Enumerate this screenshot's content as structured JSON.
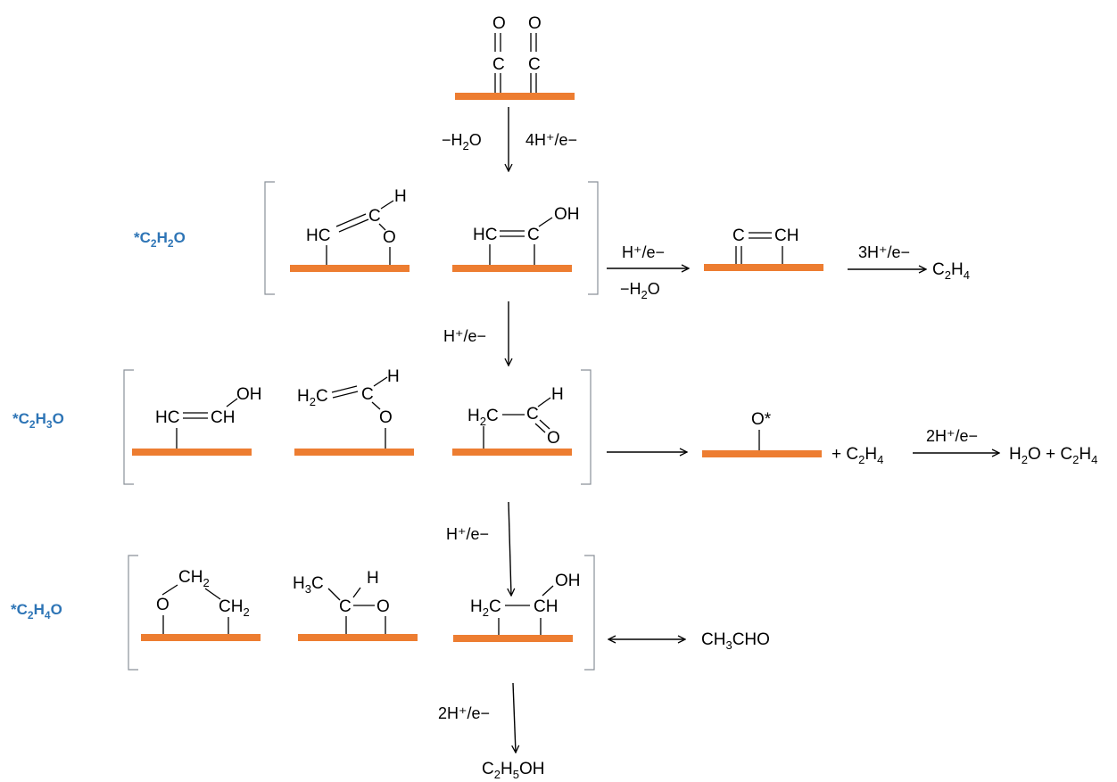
{
  "colors": {
    "surface": "#ED7D31",
    "label": "#2E75B6",
    "bond": "#000000",
    "bracket": "#8a9199"
  },
  "labels": {
    "c2h2o": [
      "*C",
      "2",
      "H",
      "2",
      "O"
    ],
    "c2h3o": [
      "*C",
      "2",
      "H",
      "3",
      "O"
    ],
    "c2h4o": [
      "*C",
      "2",
      "H",
      "4",
      "O"
    ]
  },
  "conditions": {
    "minus_h2o_top": [
      "−H",
      "2",
      "O"
    ],
    "h4e": "4H⁺/e−",
    "he_row1_right": "H⁺/e−",
    "minus_h2o_row1": [
      "−H",
      "2",
      "O"
    ],
    "h3e": "3H⁺/e−",
    "he_down1": "H⁺/e−",
    "h2e_row2": "2H⁺/e−",
    "he_down2": "H⁺/e−",
    "h2e_bottom": "2H⁺/e−"
  },
  "products": {
    "c2h4_row1": [
      "C",
      "2",
      "H",
      "4"
    ],
    "plus_c2h4": [
      "+ C",
      "2",
      "H",
      "4"
    ],
    "h2o_c2h4": [
      "H",
      "2",
      "O + C",
      "2",
      "H",
      "4"
    ],
    "ch3cho": [
      "CH",
      "3",
      "CHO"
    ],
    "c2h5oh": [
      "C",
      "2",
      "H",
      "5",
      "OH"
    ]
  },
  "atoms": {
    "O": "O",
    "C": "C",
    "H": "H",
    "HC": "HC",
    "OH": "OH",
    "CH": "CH",
    "O_star": "O*",
    "H2C": [
      "H",
      "2",
      "C"
    ],
    "CH2": [
      "CH",
      "2"
    ],
    "H3C": [
      "H",
      "3",
      "C"
    ]
  }
}
